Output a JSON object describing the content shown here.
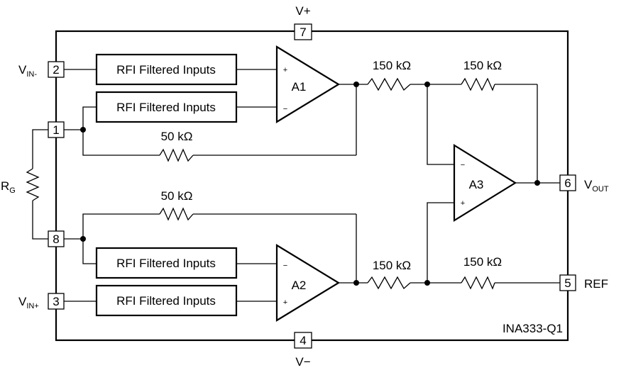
{
  "supply": {
    "vplus": "V+",
    "vminus": "V−"
  },
  "pins": {
    "p7": "7",
    "p2": "2",
    "p1": "1",
    "p8": "8",
    "p3": "3",
    "p4": "4",
    "p6": "6",
    "p5": "5"
  },
  "signals": {
    "vin_minus": {
      "main": "V",
      "sub": "IN-"
    },
    "vin_plus": {
      "main": "V",
      "sub": "IN+"
    },
    "rg": {
      "main": "R",
      "sub": "G"
    },
    "vout": {
      "main": "V",
      "sub": "OUT"
    },
    "ref": "REF"
  },
  "blocks": {
    "rfi1": "RFI Filtered Inputs",
    "rfi2": "RFI Filtered Inputs",
    "rfi3": "RFI Filtered Inputs",
    "rfi4": "RFI Filtered Inputs"
  },
  "amps": {
    "a1": "A1",
    "a2": "A2",
    "a3": "A3"
  },
  "resistors": {
    "r150_a": "150 kΩ",
    "r150_b": "150 kΩ",
    "r150_c": "150 kΩ",
    "r150_d": "150 kΩ",
    "r50_a": "50 kΩ",
    "r50_b": "50 kΩ"
  },
  "signs": {
    "plus": "+",
    "minus": "−"
  },
  "part": "INA333-Q1"
}
